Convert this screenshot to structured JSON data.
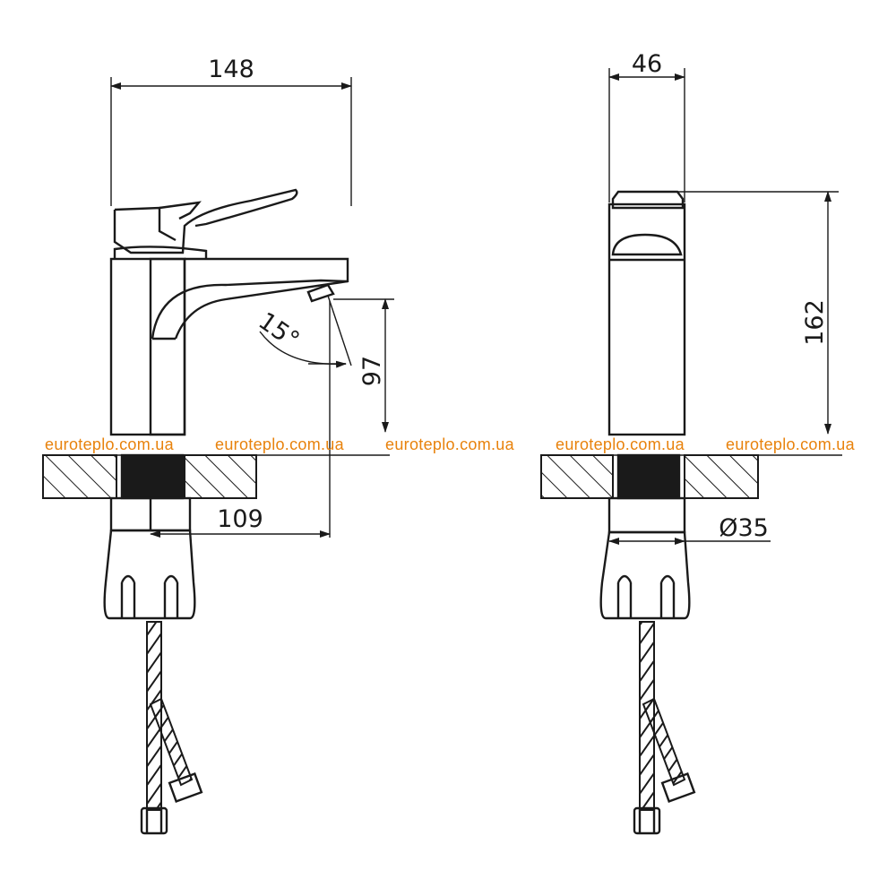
{
  "watermark": "euroteplo.com.ua",
  "dimensions": {
    "width_front": "148",
    "angle": "15°",
    "spout_height": "97",
    "reach": "109",
    "depth_side": "46",
    "height_side": "162",
    "diameter": "Ø35"
  },
  "colors": {
    "line": "#1a1a1a",
    "watermark": "#e8820c",
    "background": "#ffffff"
  }
}
